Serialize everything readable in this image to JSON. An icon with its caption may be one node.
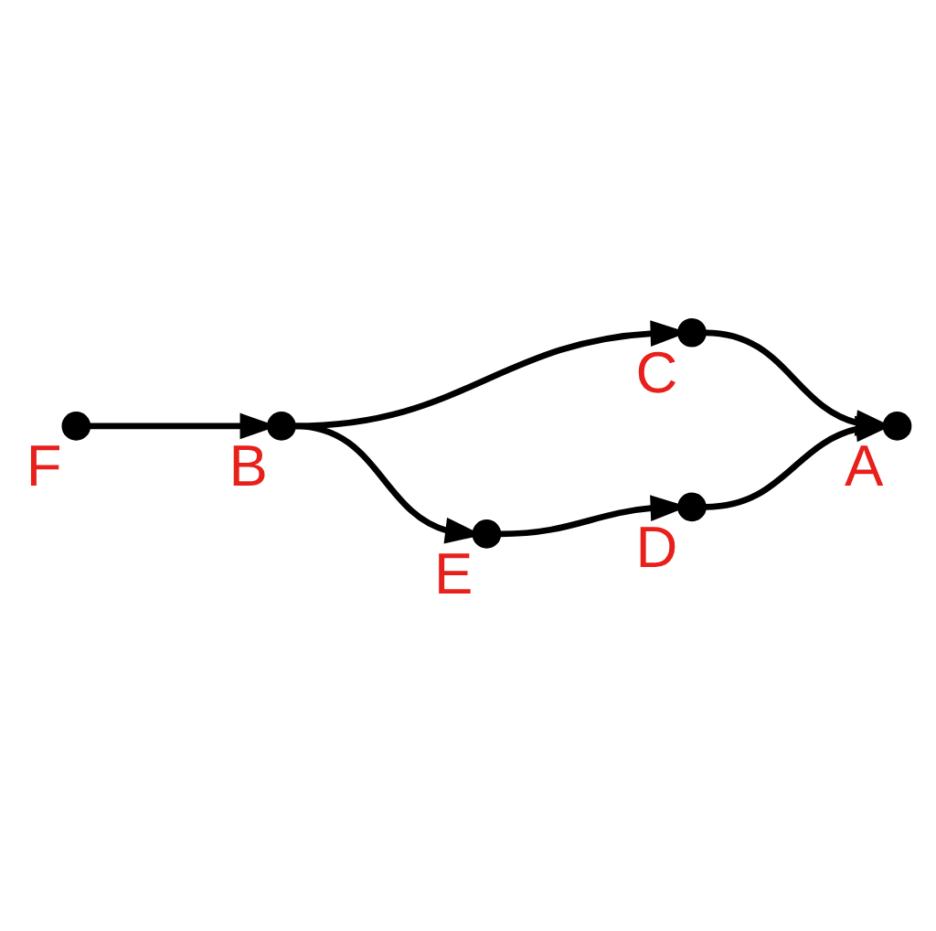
{
  "diagram": {
    "nodes": [
      {
        "text": [],
        "shape": "circle",
        "beside": [
          "A"
        ]
      },
      {
        "text": [],
        "shape": "circle",
        "beside": [
          "B"
        ]
      },
      {
        "text": [],
        "shape": "circle",
        "beside": [
          "C"
        ]
      },
      {
        "text": [],
        "shape": "circle",
        "beside": [
          "D"
        ]
      },
      {
        "text": [],
        "shape": "circle",
        "beside": [
          "E"
        ]
      },
      {
        "text": [],
        "shape": "circle",
        "beside": [
          "F"
        ]
      }
    ],
    "edges": [
      {
        "from": 5,
        "to": 1,
        "arrow": "to"
      },
      {
        "from": 1,
        "to": 2,
        "arrow": "to"
      },
      {
        "from": 1,
        "to": 4,
        "arrow": "to"
      },
      {
        "from": 2,
        "to": 0,
        "arrow": "to"
      },
      {
        "from": 3,
        "to": 0,
        "arrow": "to"
      },
      {
        "from": 4,
        "to": 3,
        "arrow": "to"
      }
    ]
  }
}
